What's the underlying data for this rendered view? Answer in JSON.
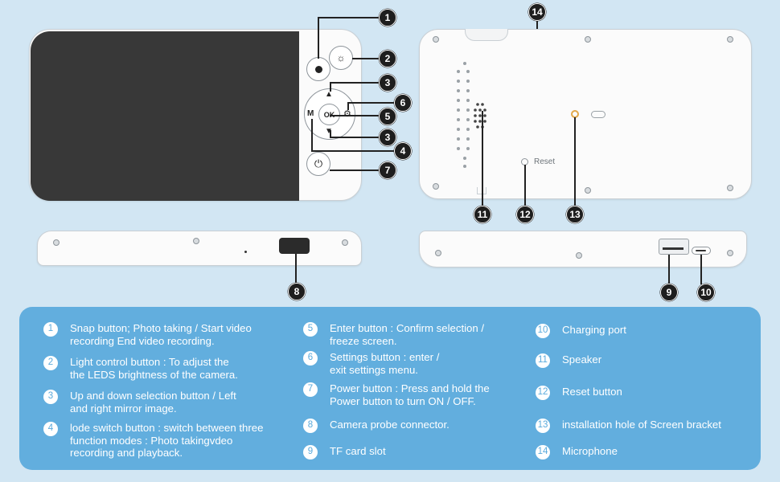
{
  "labels": {
    "reset": "Reset",
    "ok": "OK",
    "m": "M"
  },
  "callouts": [
    "1",
    "2",
    "3",
    "6",
    "5",
    "3",
    "4",
    "7",
    "14",
    "11",
    "12",
    "13",
    "8",
    "9",
    "10"
  ],
  "legend": [
    {
      "num": "1",
      "text": "Snap button; Photo taking / Start video\nrecording End video recording."
    },
    {
      "num": "2",
      "text": "Light control button : To adjust the\nthe LEDS brightness of the camera."
    },
    {
      "num": "3",
      "text": "Up and down selection button / Left\nand right mirror image."
    },
    {
      "num": "4",
      "text": "lode switch button : switch between three\nfunction modes : Photo takingvdeo\nrecording and playback."
    },
    {
      "num": "5",
      "text": "Enter button : Confirm selection /\nfreeze screen."
    },
    {
      "num": "6",
      "text": "Settings button : enter /\nexit settings menu."
    },
    {
      "num": "7",
      "text": "Power button : Press and hold the\nPower button to turn ON / OFF."
    },
    {
      "num": "8",
      "text": "Camera probe connector."
    },
    {
      "num": "9",
      "text": "TF card slot"
    },
    {
      "num": "10",
      "text": "Charging port"
    },
    {
      "num": "11",
      "text": "Speaker"
    },
    {
      "num": "12",
      "text": "Reset button"
    },
    {
      "num": "13",
      "text": "installation hole of Screen bracket"
    },
    {
      "num": "14",
      "text": "Microphone"
    }
  ]
}
